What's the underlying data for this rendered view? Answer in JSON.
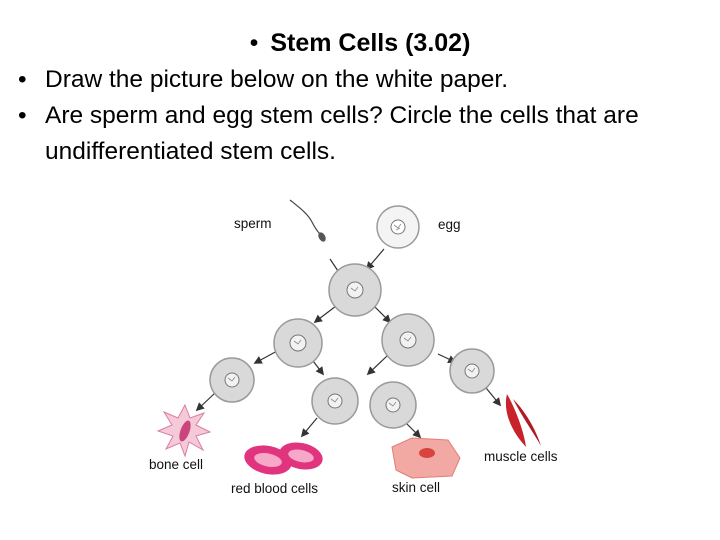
{
  "slide": {
    "title": "Stem Cells (3.02)",
    "bullet_symbol": "•",
    "bullets": [
      {
        "text": "Draw the picture below on the white paper."
      },
      {
        "text": "Are sperm and egg stem cells?  Circle the cells that are undifferentiated stem cells."
      }
    ]
  },
  "diagram": {
    "labels": {
      "sperm": "sperm",
      "egg": "egg",
      "bone_cell": "bone cell",
      "red_blood_cells": "red blood cells",
      "skin_cell": "skin cell",
      "muscle_cells": "muscle cells"
    },
    "colors": {
      "stem_cell_fill": "#d9d9d9",
      "stem_cell_stroke": "#9a9a9a",
      "rbc_outer": "#e0357e",
      "rbc_inner": "#f7a8c8",
      "skin_fill": "#f2a9a3",
      "skin_nucleus": "#d9433d",
      "muscle_fill": "#c8222b",
      "bone_fill": "#f6c9d8",
      "bone_nucleus": "#c8457e",
      "arrow": "#333333"
    }
  }
}
